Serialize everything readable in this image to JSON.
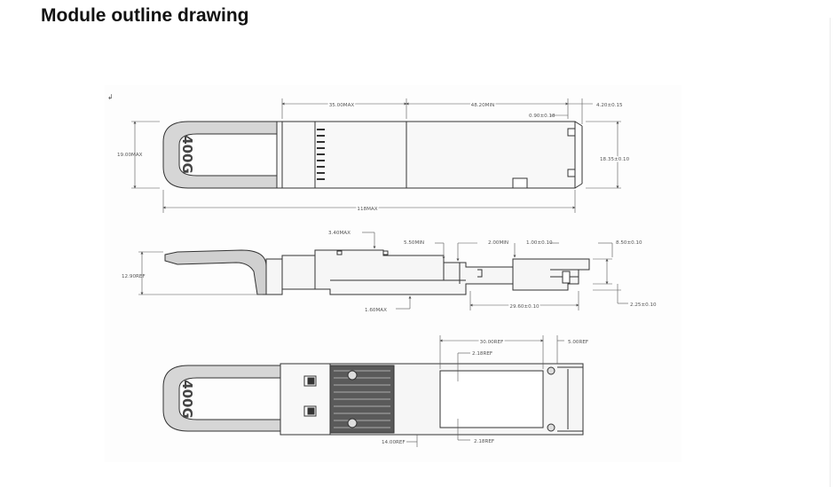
{
  "page": {
    "title": "Module outline drawing"
  },
  "drawing": {
    "marker": "↲",
    "top_view": {
      "dims": {
        "a35": "35.00MAX",
        "a48": "48.20MIN",
        "a420": "4.20±0.15",
        "a090": "0.90±0.18",
        "a19": "19.00MAX",
        "a1835": "18.35±0.10",
        "a118": "118MAX"
      },
      "logo": "400G"
    },
    "side_view": {
      "dims": {
        "a340": "3.40MAX",
        "a550": "5.50MIN",
        "a200": "2.00MIN",
        "a100": "1.00±0.10",
        "a850": "8.50±0.10",
        "a1290": "12.90REF",
        "a160": "1.60MAX",
        "a2960": "29.60±0.10",
        "a225": "2.25±0.10"
      }
    },
    "bottom_view": {
      "dims": {
        "a30": "30.00REF",
        "a5": "5.00REF",
        "a218a": "2.18REF",
        "a14": "14.00REF",
        "a218b": "2.18REF"
      },
      "logo": "400G"
    }
  }
}
